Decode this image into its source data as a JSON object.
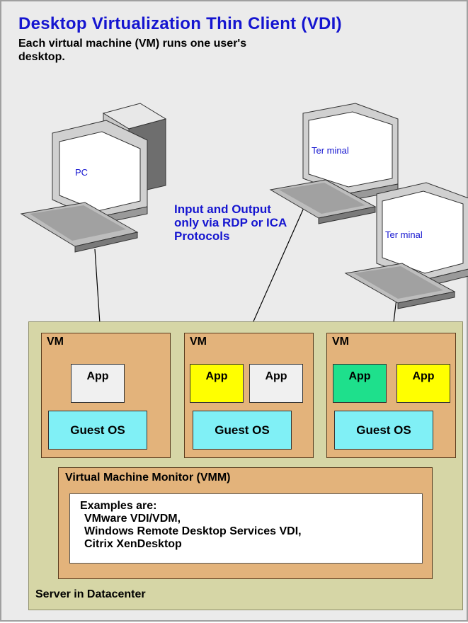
{
  "diagram": {
    "title": "Desktop Virtualization Thin Client (VDI)",
    "subtitle": "Each virtual machine (VM) runs one user's desktop.",
    "protocol_note": "Input and Output only via RDP or ICA Protocols",
    "devices": {
      "pc_label": "PC",
      "terminal1_label": "Ter minal",
      "terminal2_label": "Ter minal"
    },
    "server": {
      "label": "Server in Datacenter",
      "vms": [
        {
          "label": "VM",
          "apps": [
            "App"
          ],
          "guest_os": "Guest OS"
        },
        {
          "label": "VM",
          "apps": [
            "App",
            "App"
          ],
          "guest_os": "Guest OS"
        },
        {
          "label": "VM",
          "apps": [
            "App",
            "App"
          ],
          "guest_os": "Guest OS"
        }
      ],
      "vmm": {
        "title": "Virtual Machine Monitor (VMM)",
        "examples_heading": "Examples are:",
        "examples": [
          "VMware VDI/VDM,",
          "Windows Remote Desktop Services VDI,",
          "Citrix XenDesktop"
        ]
      }
    },
    "colors": {
      "background": "#ebebeb",
      "title_blue": "#1515d0",
      "server_fill": "#d6d6a6",
      "vm_fill": "#e3b37b",
      "guest_os_fill": "#80f0f6",
      "app_white": "#f0f0f0",
      "app_yellow": "#ffff00",
      "app_green": "#1ee08c"
    }
  }
}
